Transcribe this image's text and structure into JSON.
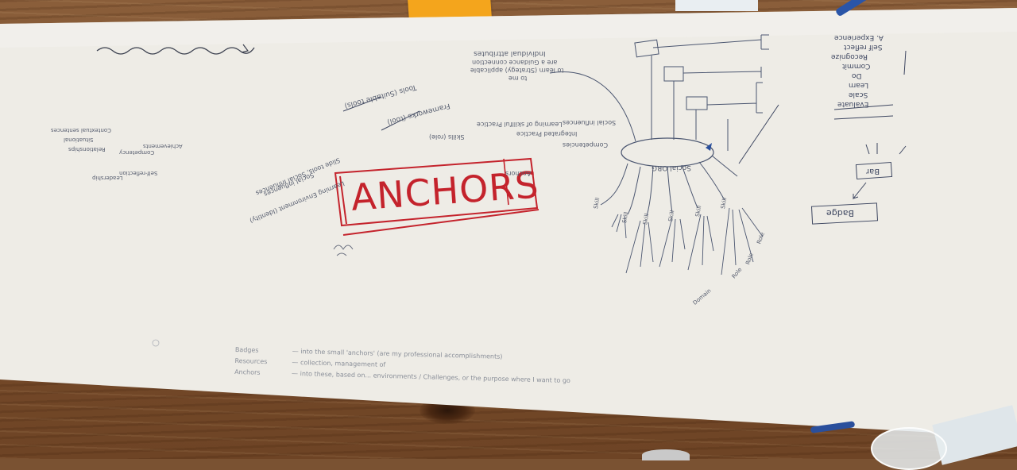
{
  "scene": {
    "central_title": "ANCHORS",
    "bullet_notes": [
      {
        "term": "Badges",
        "detail": "— into the small 'anchors' (are my professional accomplishments)"
      },
      {
        "term": "Resources",
        "detail": "— collection, management of"
      },
      {
        "term": "Anchors",
        "detail": "— into these, based on... environments / Challenges, or the purpose where I want to go"
      }
    ],
    "right_column_list": [
      "Evaluate",
      "Scale",
      "Learn",
      "Do",
      "Commit",
      "Recognize",
      "Self reflect",
      "A. Experience"
    ],
    "flow_labels": [
      "Bar",
      "Badge"
    ],
    "upside_down_notes": [
      "Individual attributes",
      "are a Guidance connection",
      "to learn (Strategy) applicable",
      "to me",
      "Tools (Suitable tools)",
      "Frameworks (tool)",
      "Skills (role)",
      "Learning of skillful Practice",
      "Integrated Practice",
      "Social influences",
      "Competencies",
      "Anchors"
    ],
    "left_notes": [
      "Contextual sentences",
      "Situational",
      "Relationships",
      "Competency",
      "Achievements",
      "Leadership",
      "Self-reflection"
    ],
    "diagonal_note": [
      "Social influences",
      "Slide tools, Social Influences",
      "Learning Environment (Identity)"
    ],
    "hub_label": "Social ORG",
    "wall_words": [
      "Skill",
      "Skill",
      "Skill",
      "Skill",
      "Skill",
      "Skill",
      "Role",
      "Role",
      "Role",
      "Domain"
    ],
    "colors": {
      "marker_red": "#c4232c",
      "pen_ink": "#4b5670",
      "paper": "#eeece6",
      "wood": "#7b4f2d",
      "sticky_note": "#f4a51c"
    }
  }
}
